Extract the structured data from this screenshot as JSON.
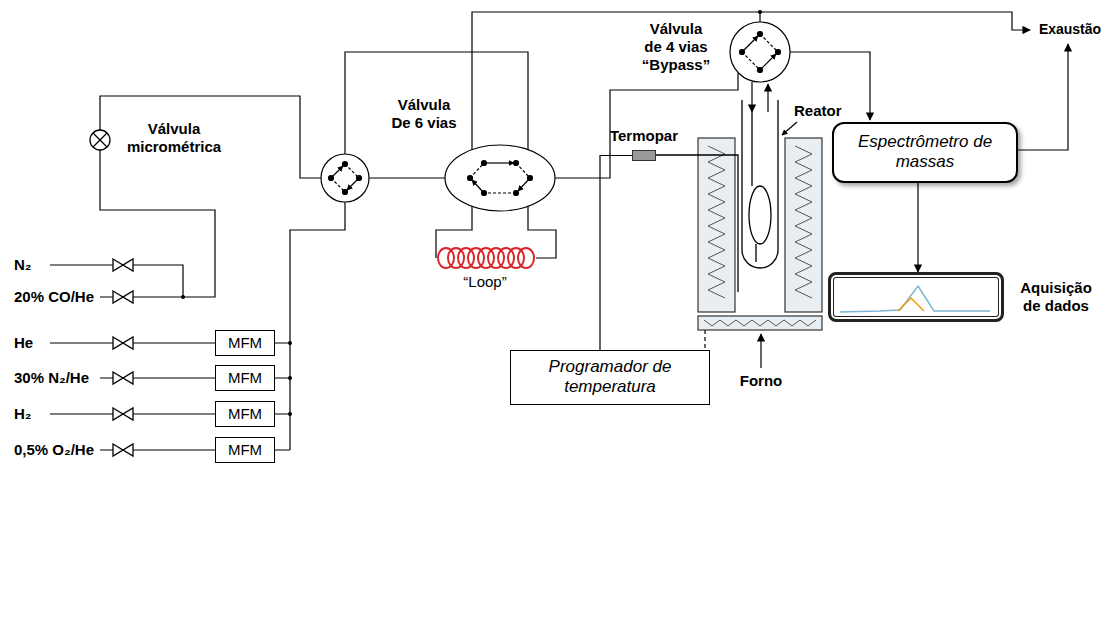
{
  "diagram": {
    "nodes": [
      {
        "text": [
          "MFM"
        ]
      },
      {
        "text": [
          "MFM"
        ]
      },
      {
        "text": [
          "MFM"
        ]
      },
      {
        "text": [
          "MFM"
        ]
      },
      {
        "text": [
          "Termopar"
        ]
      },
      {
        "text": [
          "Programador de temperatura"
        ]
      },
      {
        "text": [
          "Espectrômetro de massas"
        ]
      },
      {
        "text": [
          "Aquisição de dados"
        ]
      }
    ],
    "edges": [
      {
        "from": 4,
        "to": 5,
        "arrow": "none"
      },
      {
        "from": 6,
        "to": 7,
        "arrow": "to"
      }
    ],
    "labels": [
      "N₂",
      "20% CO/He",
      "He",
      "30% N₂/He",
      "H₂",
      "0,5% O₂/He",
      "Válvula micrométrica",
      "Válvula De 6 vias",
      "“Loop”",
      "Válvula de 4 vias “Bypass”",
      "Reator",
      "Forno",
      "Exaustão"
    ]
  }
}
